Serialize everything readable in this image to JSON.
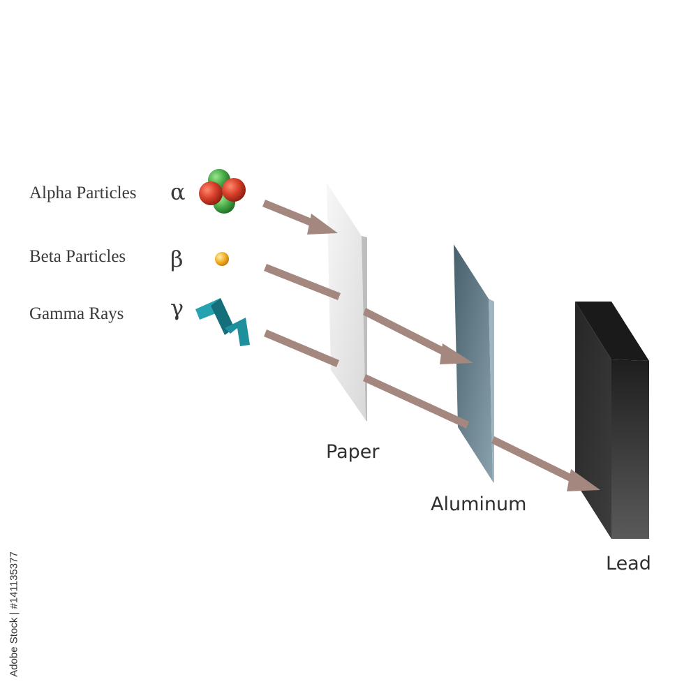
{
  "radiation": {
    "alpha": {
      "label": "Alpha Particles",
      "symbol": "α"
    },
    "beta": {
      "label": "Beta Particles",
      "symbol": "β"
    },
    "gamma": {
      "label": "Gamma Rays",
      "symbol": "γ"
    }
  },
  "barriers": {
    "paper": "Paper",
    "aluminum": "Aluminum",
    "lead": "Lead"
  },
  "stock_id": "Adobe Stock | #141135377",
  "colors": {
    "arrow": "#a4877f",
    "paper": "#e6e6e6",
    "aluminum": "#607d8b",
    "lead": "#2b2b2b",
    "gamma_ribbon": "#1e8f9c",
    "proton": "#d9422c",
    "neutron": "#4cae4c",
    "beta_particle": "#f4b12a"
  }
}
